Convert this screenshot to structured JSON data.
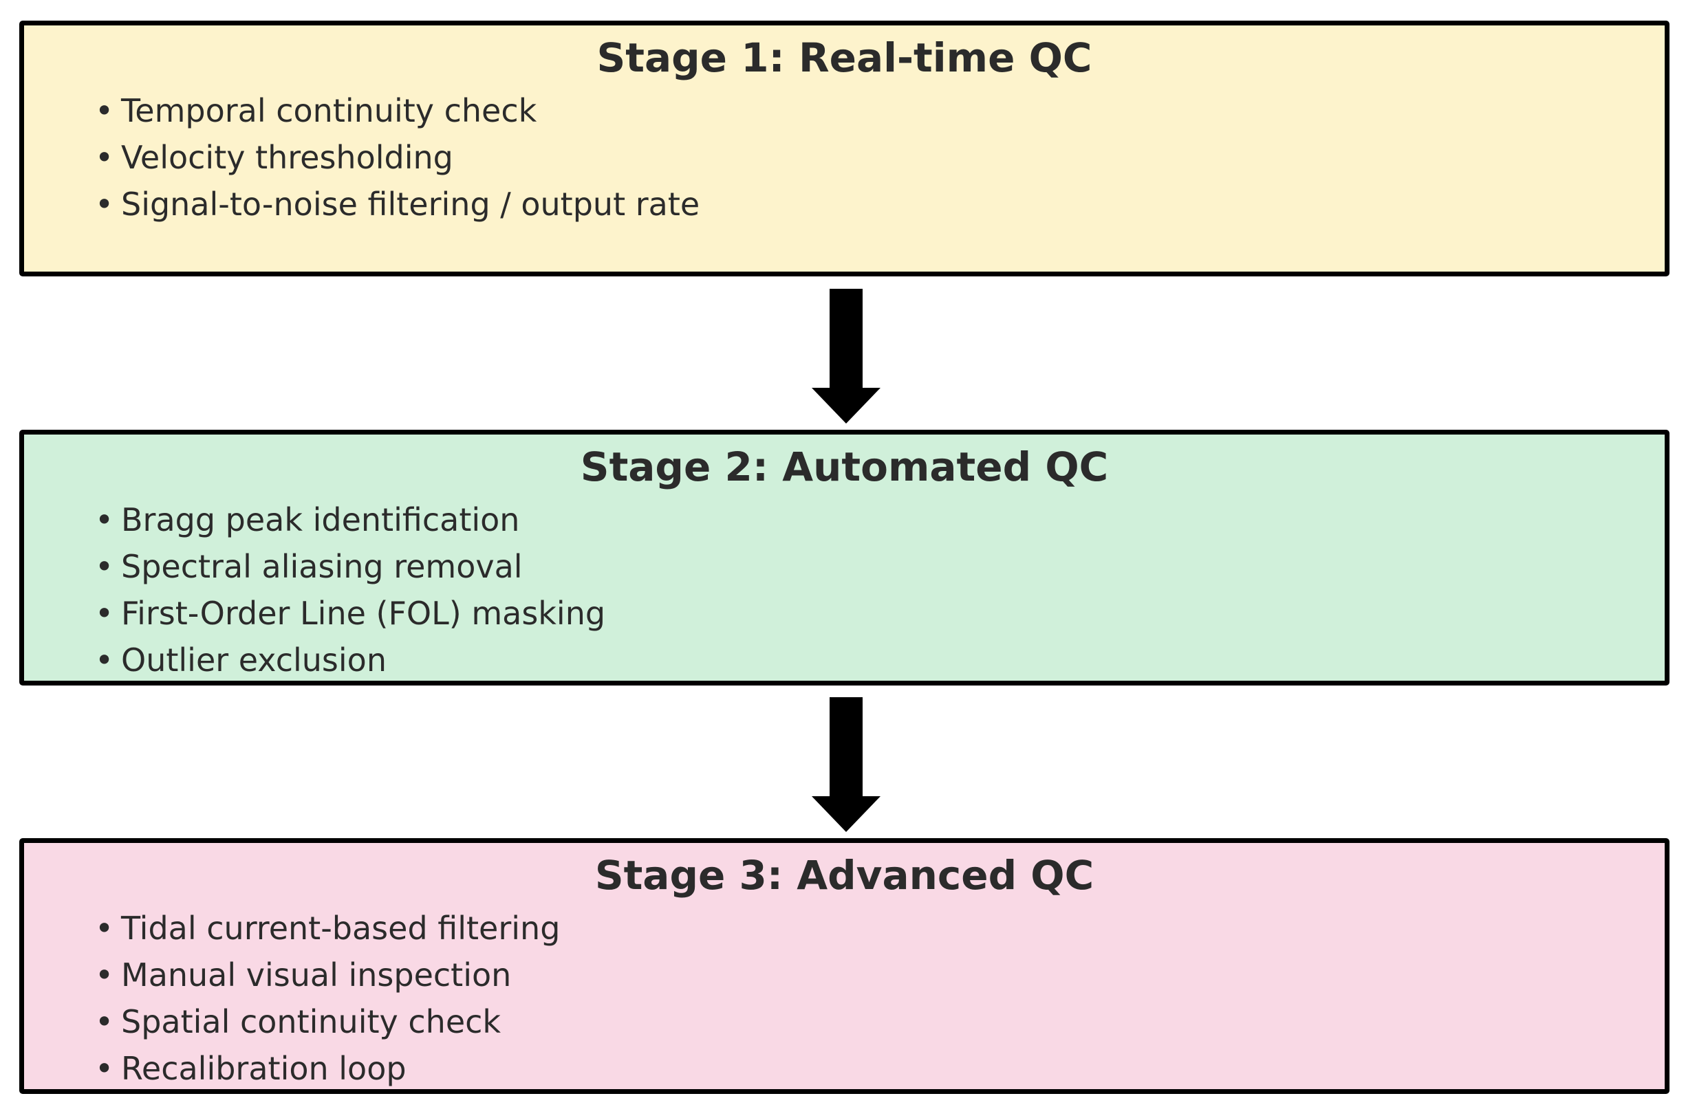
{
  "colors": {
    "stage_1_fill": "#fdf3cc",
    "stage_2_fill": "#d0f0da",
    "stage_3_fill": "#f9d9e5",
    "border": "#000000",
    "text": "#2b2b2b",
    "arrow": "#000000"
  },
  "stages": [
    {
      "title": "Stage 1: Real-time QC",
      "items": [
        "Temporal continuity check",
        "Velocity thresholding",
        "Signal-to-noise filtering / output rate"
      ]
    },
    {
      "title": "Stage 2: Automated QC",
      "items": [
        "Bragg peak identification",
        "Spectral aliasing removal",
        "First-Order Line (FOL) masking",
        "Outlier exclusion"
      ]
    },
    {
      "title": "Stage 3: Advanced QC",
      "items": [
        "Tidal current-based filtering",
        "Manual visual inspection",
        "Spatial continuity check",
        "Recalibration loop"
      ]
    }
  ],
  "connectors": [
    {
      "from": "Stage 1",
      "to": "Stage 2",
      "icon": "down-arrow-icon"
    },
    {
      "from": "Stage 2",
      "to": "Stage 3",
      "icon": "down-arrow-icon"
    }
  ]
}
